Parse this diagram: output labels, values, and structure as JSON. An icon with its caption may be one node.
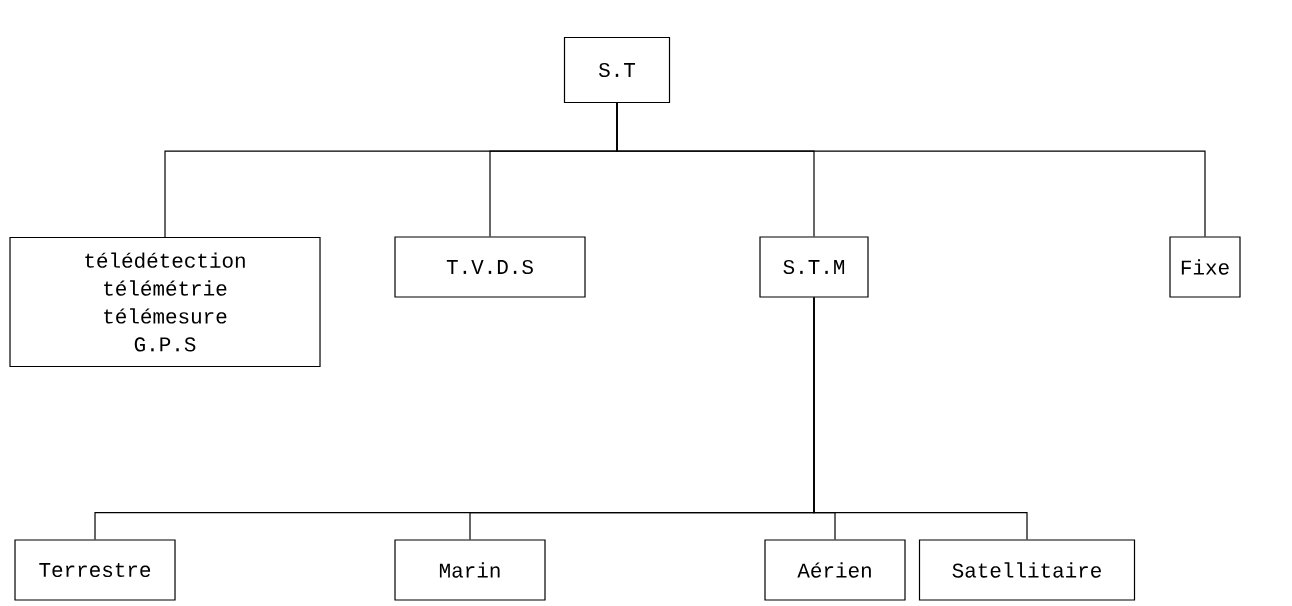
{
  "diagram": {
    "nodes": [
      {
        "text": [
          "S.T"
        ]
      },
      {
        "text": [
          "télédétection",
          "télémétrie",
          "télémesure",
          "G.P.S"
        ]
      },
      {
        "text": [
          "T.V.D.S"
        ]
      },
      {
        "text": [
          "S.T.M"
        ]
      },
      {
        "text": [
          "Fixe"
        ]
      },
      {
        "text": [
          "Terrestre"
        ]
      },
      {
        "text": [
          "Marin"
        ]
      },
      {
        "text": [
          "Aérien"
        ]
      },
      {
        "text": [
          "Satellitaire"
        ]
      }
    ],
    "edges": [
      {
        "from": 0,
        "to": 1,
        "arrow": "none"
      },
      {
        "from": 0,
        "to": 2,
        "arrow": "none"
      },
      {
        "from": 0,
        "to": 3,
        "arrow": "none"
      },
      {
        "from": 0,
        "to": 4,
        "arrow": "none"
      },
      {
        "from": 3,
        "to": 5,
        "arrow": "none"
      },
      {
        "from": 3,
        "to": 6,
        "arrow": "none"
      },
      {
        "from": 3,
        "to": 7,
        "arrow": "none"
      },
      {
        "from": 3,
        "to": 8,
        "arrow": "none"
      }
    ]
  }
}
